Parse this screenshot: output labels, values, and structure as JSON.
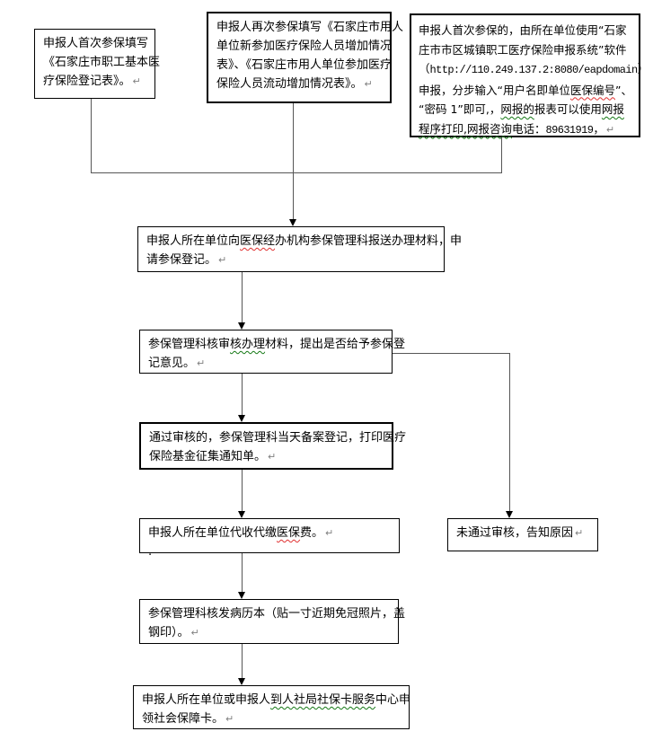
{
  "meta": {
    "kind": "flowchart",
    "language": "zh-CN",
    "background": "#ffffff"
  },
  "colors": {
    "text": "#000000",
    "box_border": "#000000",
    "connector_line": "#565656",
    "arrowhead": "#000000",
    "paragraph_mark": "#808080",
    "spellcheck_green": "#157815",
    "spellcheck_red": "#e03131"
  },
  "flowchart": {
    "boxes": [
      {
        "key": "first-enroll-form",
        "lines": [
          [
            {
              "t": "申报人首次参保填写"
            }
          ],
          [
            {
              "t": "《石家庄市职工基本医"
            }
          ],
          [
            {
              "t": "疗保险登记表》。"
            },
            {
              "t": "↵",
              "mark": true
            }
          ]
        ]
      },
      {
        "key": "re-enroll-forms",
        "lines": [
          [
            {
              "t": "申报人再次参保填写《石家庄市用人"
            }
          ],
          [
            {
              "t": "单位新参加医疗保险人员增加情况"
            }
          ],
          [
            {
              "t": "表》、《石家庄市用人单位参加医疗"
            }
          ],
          [
            {
              "t": "保险人员流动增加情况表》。"
            },
            {
              "t": "↵",
              "mark": true
            }
          ]
        ]
      },
      {
        "key": "online-declare-system",
        "lines": [
          [
            {
              "t": "申报人首次参保的，由所在单位使用“石家"
            }
          ],
          [
            {
              "t": "庄市市区城镇职工医疗保险申报系统”软件"
            }
          ],
          [
            {
              "t": "（"
            },
            {
              "t": "http://110.249.137.2:8080/eapdomain",
              "mono": true
            },
            {
              "t": "）"
            }
          ],
          [
            {
              "t": "申报，分步输入“用户名即单位"
            },
            {
              "t": "医保编号",
              "u": "red"
            },
            {
              "t": "”、"
            }
          ],
          [
            {
              "t": "“密码 1”即可,，"
            },
            {
              "t": "网报的",
              "u": "green"
            },
            {
              "t": "报表可以使用"
            },
            {
              "t": "网报",
              "u": "green"
            }
          ],
          [
            {
              "t": "程序打印,",
              "u": "green"
            },
            {
              "t": "网报咨询",
              "u": "green"
            },
            {
              "t": "电话："
            },
            {
              "t": "89631919",
              "mono": true
            },
            {
              "t": "，"
            },
            {
              "t": "↵",
              "mark": true
            }
          ]
        ]
      },
      {
        "key": "submit-materials",
        "lines": [
          [
            {
              "t": "申报人所在单位向"
            },
            {
              "t": "医保经",
              "u": "red"
            },
            {
              "t": "办机构参保管理科报送办理材料，申"
            }
          ],
          [
            {
              "t": "请参保登记。"
            },
            {
              "t": "↵",
              "mark": true
            }
          ]
        ]
      },
      {
        "key": "review-materials",
        "lines": [
          [
            {
              "t": "参保管理科核审"
            },
            {
              "t": "核办理",
              "u": "green"
            },
            {
              "t": "材料，提出是否给予参保登"
            }
          ],
          [
            {
              "t": "记意见。"
            },
            {
              "t": "↵",
              "mark": true
            }
          ]
        ]
      },
      {
        "key": "approved-register",
        "lines": [
          [
            {
              "t": "通过审核的，参保管理科当天备案登记，打印医疗"
            }
          ],
          [
            {
              "t": "保险基金征集通知单。"
            },
            {
              "t": "↵",
              "mark": true
            }
          ]
        ]
      },
      {
        "key": "unit-collect-fees",
        "lines": [
          [
            {
              "t": "申报人所在单位代收代缴"
            },
            {
              "t": "医保",
              "u": "red"
            },
            {
              "t": "费。"
            },
            {
              "t": "↵",
              "mark": true
            }
          ],
          [
            {
              "t": "."
            }
          ]
        ]
      },
      {
        "key": "not-approved",
        "lines": [
          [
            {
              "t": "未通过审核，告知原因"
            },
            {
              "t": "↵",
              "mark": true
            }
          ]
        ]
      },
      {
        "key": "issue-medical-record",
        "lines": [
          [
            {
              "t": "参保管理科核发病历本（贴一寸近期免冠照片，盖"
            }
          ],
          [
            {
              "t": "钢印）。"
            },
            {
              "t": "↵",
              "mark": true
            }
          ]
        ]
      },
      {
        "key": "apply-social-security-card",
        "lines": [
          [
            {
              "t": "申报人所在单位或申报人"
            },
            {
              "t": "到人社局社保卡服务",
              "u": "green"
            },
            {
              "t": "中心申"
            }
          ],
          [
            {
              "t": "领社会保障卡。"
            },
            {
              "t": "↵",
              "mark": true
            }
          ]
        ]
      }
    ]
  }
}
